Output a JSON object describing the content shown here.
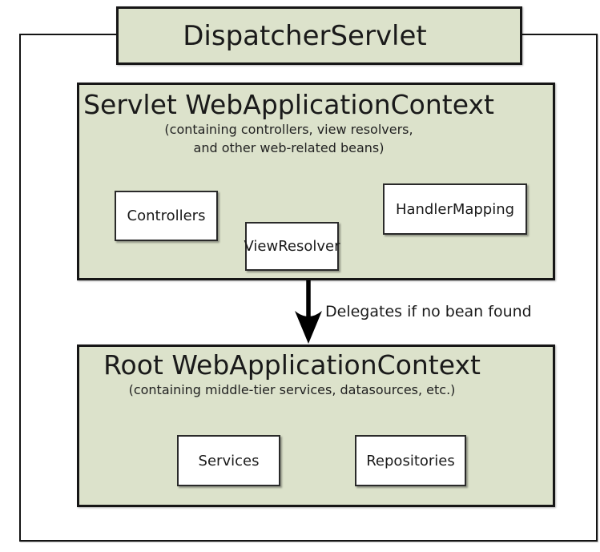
{
  "colors": {
    "context_fill": "#dce2cb",
    "border": "#161616",
    "bean_fill": "#ffffff",
    "text": "#1a1a1a"
  },
  "dispatcher": {
    "label": "DispatcherServlet"
  },
  "servlet_context": {
    "title": "Servlet WebApplicationContext",
    "subtitle_line1": "(containing controllers, view resolvers,",
    "subtitle_line2": "and other web-related beans)",
    "beans": [
      {
        "label": "Controllers",
        "stacked": true
      },
      {
        "label": "ViewResolver",
        "stacked": false
      },
      {
        "label": "HandlerMapping",
        "stacked": false
      }
    ]
  },
  "delegation": {
    "label": "Delegates if no bean found",
    "direction": "down"
  },
  "root_context": {
    "title": "Root WebApplicationContext",
    "subtitle": "(containing middle-tier services, datasources, etc.)",
    "beans": [
      {
        "label": "Services",
        "stacked": true
      },
      {
        "label": "Repositories",
        "stacked": true
      }
    ]
  }
}
